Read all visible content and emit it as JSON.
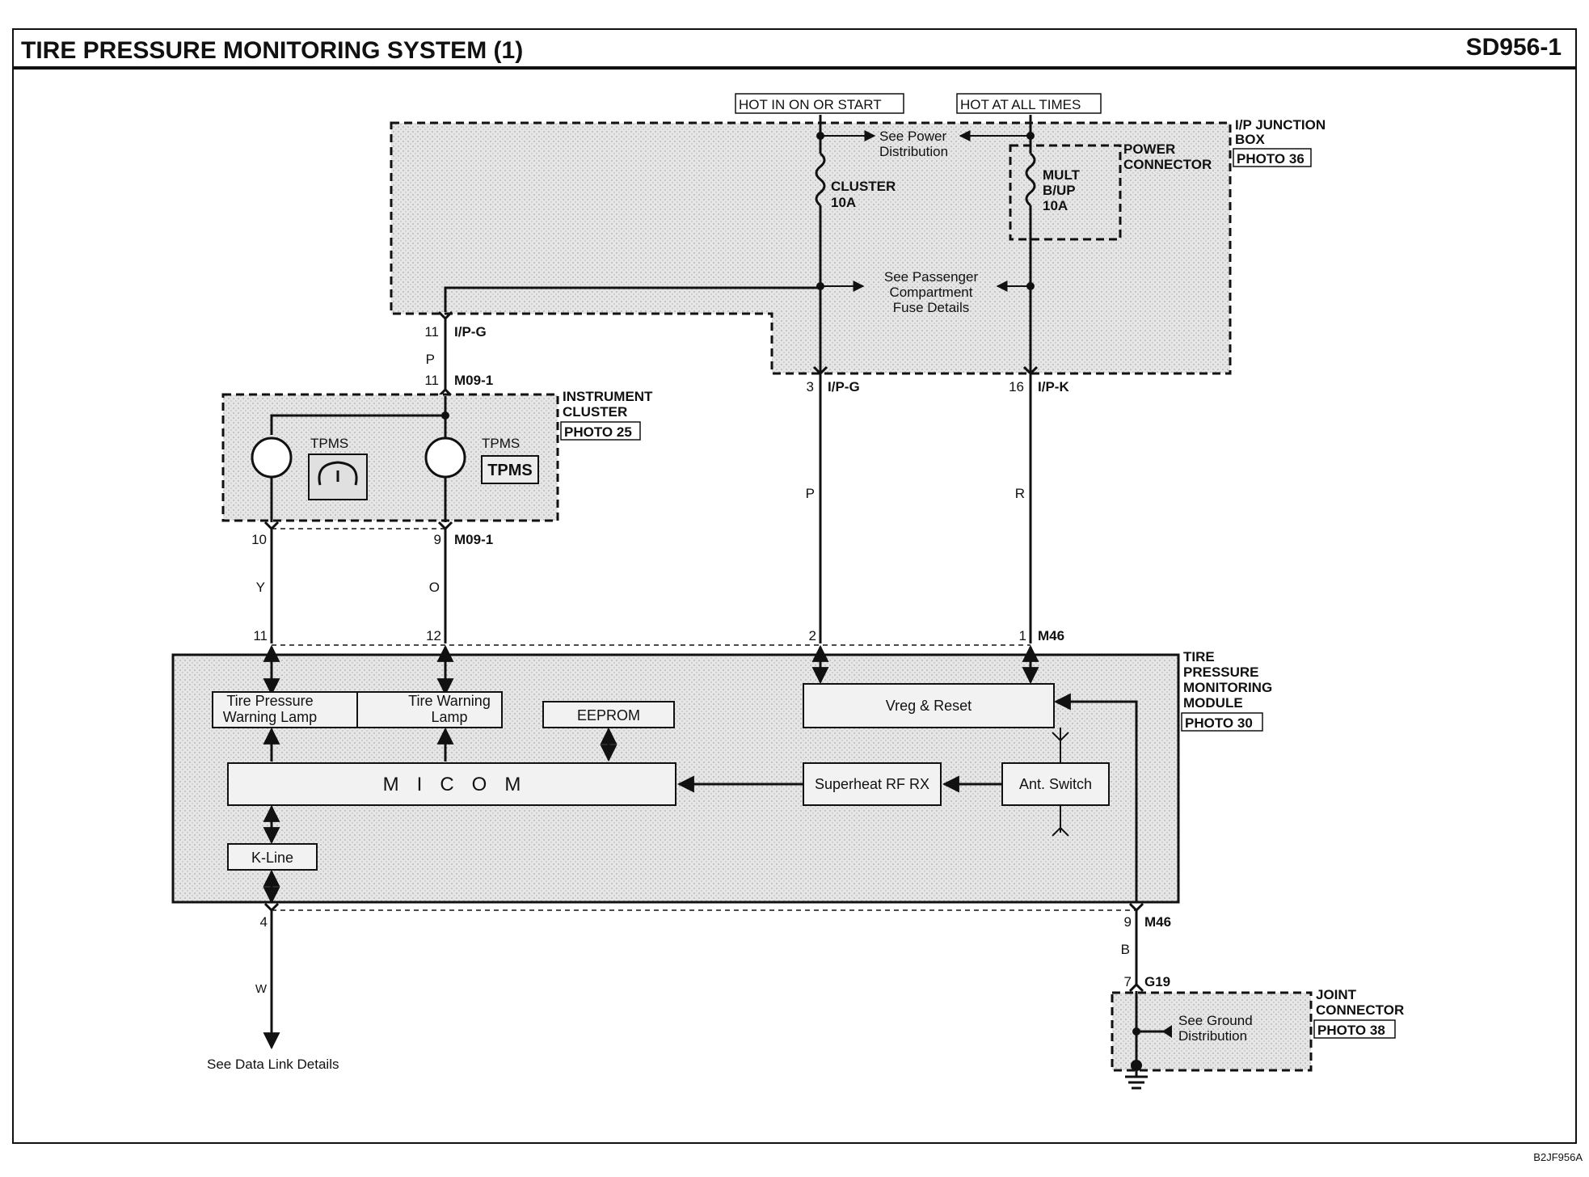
{
  "header": {
    "title": "TIRE PRESSURE MONITORING SYSTEM (1)",
    "code": "SD956-1",
    "footer_code": "B2JF956A"
  },
  "power": {
    "hot_on": "HOT IN ON OR START",
    "hot_all": "HOT AT ALL TIMES",
    "see_power": [
      "See Power",
      "Distribution"
    ],
    "see_passenger": [
      "See Passenger",
      "Compartment",
      "Fuse Details"
    ]
  },
  "junction_box": {
    "label": [
      "I/P JUNCTION",
      "BOX"
    ],
    "photo": "PHOTO 36",
    "power_connector": [
      "POWER",
      "CONNECTOR"
    ],
    "fuse_cluster": [
      "CLUSTER",
      "10A"
    ],
    "fuse_mult": [
      "MULT",
      "B/UP",
      "10A"
    ]
  },
  "instrument_cluster": {
    "label": [
      "INSTRUMENT",
      "CLUSTER"
    ],
    "photo": "PHOTO 25",
    "tpms_left": "TPMS",
    "tpms_right": "TPMS",
    "tpms_badge": "TPMS"
  },
  "connectors": {
    "ipg_left": "I/P-G",
    "ipg_left_pin": "11",
    "m091_top": "M09-1",
    "m091_top_pin": "11",
    "m091_bot": "M09-1",
    "m091_bot_pin_a": "10",
    "m091_bot_pin_b": "9",
    "ipg_mid": "I/P-G",
    "ipg_mid_pin": "3",
    "ipk": "I/P-K",
    "ipk_pin": "16",
    "m46_top": "M46",
    "m46_pins": [
      "11",
      "12",
      "2",
      "1"
    ],
    "m46_bot": "M46",
    "m46_bot_pins": [
      "4",
      "9"
    ],
    "g19": "G19",
    "g19_pin": "7"
  },
  "wires": {
    "p_top": "P",
    "p_mid": "P",
    "r": "R",
    "y": "Y",
    "o": "O",
    "w": "W",
    "b": "B"
  },
  "module": {
    "label": [
      "TIRE",
      "PRESSURE",
      "MONITORING",
      "MODULE"
    ],
    "photo": "PHOTO 30",
    "lamp_left": [
      "Tire Pressure",
      "Warning Lamp"
    ],
    "lamp_right": [
      "Tire Warning",
      "Lamp"
    ],
    "eeprom": "EEPROM",
    "micom": "MICOM",
    "vreg": "Vreg & Reset",
    "rf": "Superheat RF RX",
    "ant": "Ant. Switch",
    "kline": "K-Line"
  },
  "joint": {
    "label": [
      "JOINT",
      "CONNECTOR"
    ],
    "photo": "PHOTO 38",
    "see_ground": [
      "See Ground",
      "Distribution"
    ]
  },
  "data_link": "See Data Link Details"
}
